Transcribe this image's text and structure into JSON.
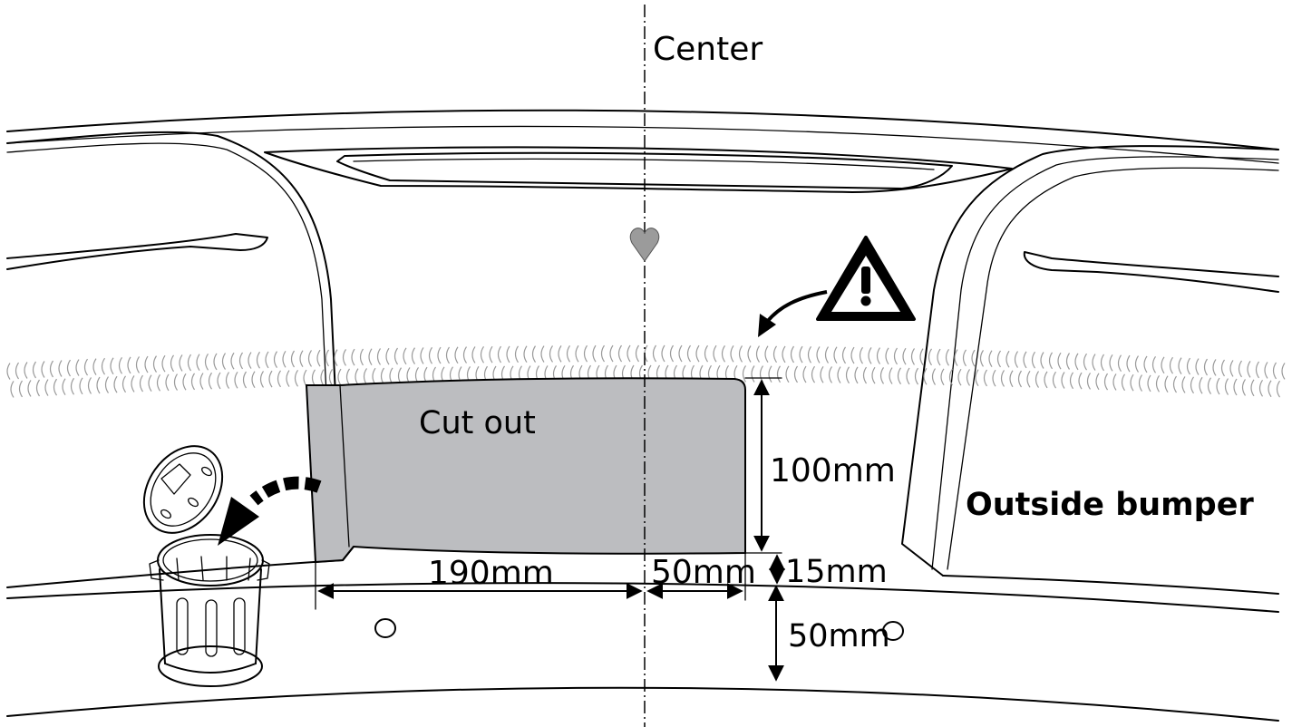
{
  "labels": {
    "center": "Center",
    "cut_out": "Cut out",
    "outside_bumper": "Outside bumper"
  },
  "dimensions": {
    "height_cutout": "100mm",
    "left_width": "190mm",
    "right_width": "50mm",
    "gap_small": "15mm",
    "gap_lower": "50mm"
  },
  "colors": {
    "cutout_fill": "#bcbdc0",
    "heart_fill": "#9b9b9b",
    "line": "#000000",
    "wave": "#9a9a9a"
  },
  "icons": {
    "warning": "warning-triangle-icon",
    "heart": "heart-icon",
    "trash": "trash-can-icon",
    "arrow": "curved-arrow-icon"
  }
}
